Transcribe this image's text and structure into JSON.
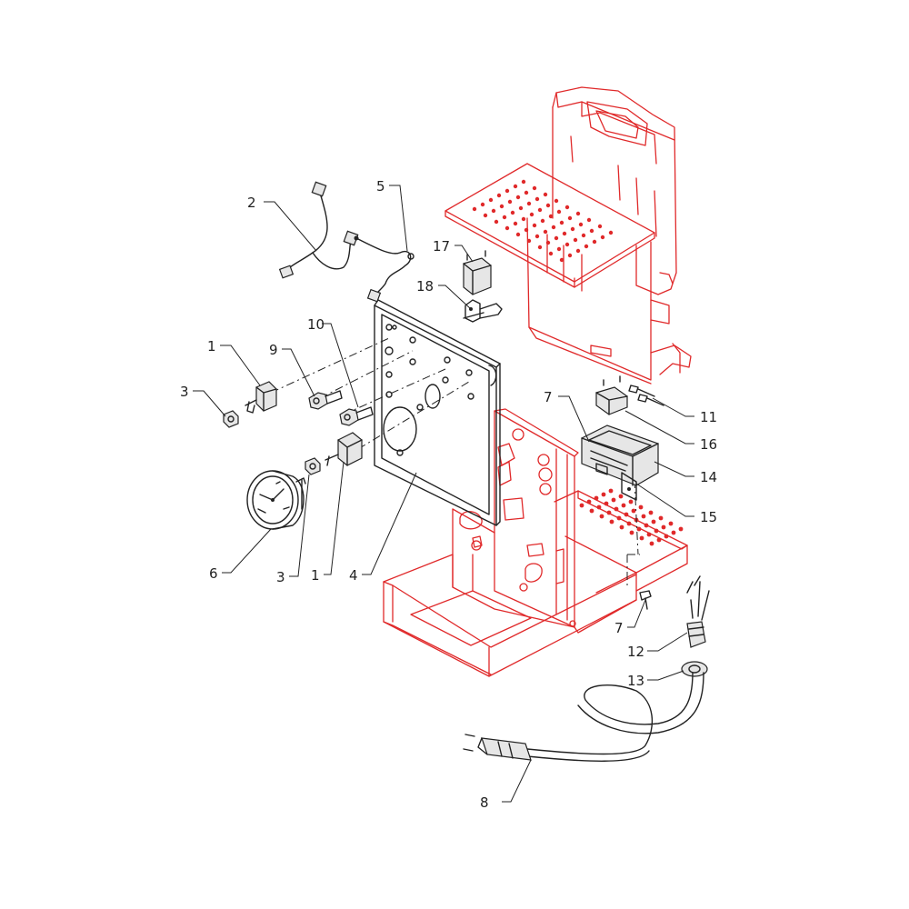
{
  "callouts": [
    {
      "id": "c1a",
      "text": "1"
    },
    {
      "id": "c1b",
      "text": "1"
    },
    {
      "id": "c2",
      "text": "2"
    },
    {
      "id": "c3a",
      "text": "3"
    },
    {
      "id": "c3b",
      "text": "3"
    },
    {
      "id": "c4",
      "text": "4"
    },
    {
      "id": "c5",
      "text": "5"
    },
    {
      "id": "c6",
      "text": "6"
    },
    {
      "id": "c7a",
      "text": "7"
    },
    {
      "id": "c7b",
      "text": "7"
    },
    {
      "id": "c8",
      "text": "8"
    },
    {
      "id": "c9",
      "text": "9"
    },
    {
      "id": "c10",
      "text": "10"
    },
    {
      "id": "c11",
      "text": "11"
    },
    {
      "id": "c12",
      "text": "12"
    },
    {
      "id": "c13",
      "text": "13"
    },
    {
      "id": "c14",
      "text": "14"
    },
    {
      "id": "c15",
      "text": "15"
    },
    {
      "id": "c16",
      "text": "16"
    },
    {
      "id": "c17",
      "text": "17"
    },
    {
      "id": "c18",
      "text": "18"
    }
  ],
  "colors": {
    "frame_outline": "#e0292a",
    "parts_outline": "#222222",
    "background": "#ffffff"
  }
}
